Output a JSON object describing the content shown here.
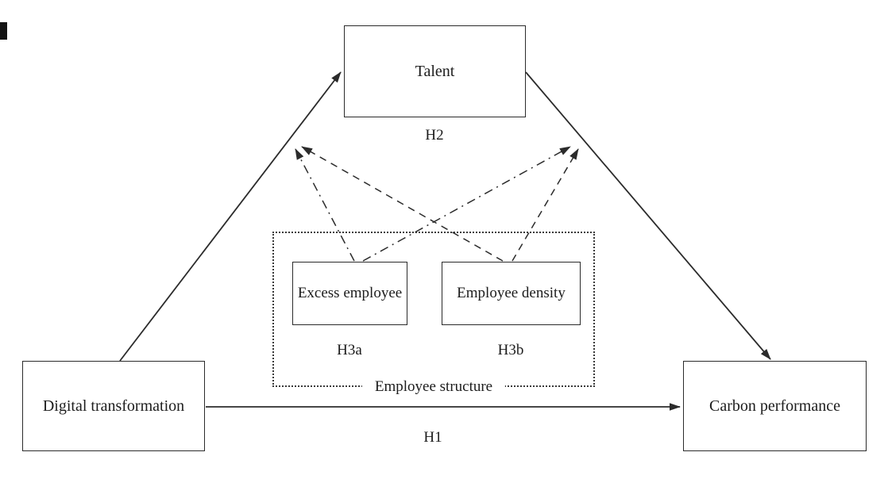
{
  "diagram": {
    "nodes": {
      "talent": "Talent",
      "digital_transformation": "Digital transformation",
      "carbon_performance": "Carbon performance",
      "excess_employee": "Excess employee",
      "employee_density": "Employee density"
    },
    "group_label": "Employee structure",
    "hypotheses": {
      "h1": "H1",
      "h2": "H2",
      "h3a": "H3a",
      "h3b": "H3b"
    },
    "edges": [
      {
        "from": "Digital transformation",
        "to": "Talent",
        "style": "solid",
        "label": "H2"
      },
      {
        "from": "Talent",
        "to": "Carbon performance",
        "style": "solid",
        "label": "H2"
      },
      {
        "from": "Digital transformation",
        "to": "Carbon performance",
        "style": "solid",
        "label": "H1"
      },
      {
        "from": "Excess employee",
        "to": "path: Digital transformation → Talent",
        "style": "dash-dot",
        "label": "H3a"
      },
      {
        "from": "Excess employee",
        "to": "path: Talent → Carbon performance",
        "style": "dash-dot",
        "label": "H3a"
      },
      {
        "from": "Employee density",
        "to": "path: Digital transformation → Talent",
        "style": "dashed",
        "label": "H3b"
      },
      {
        "from": "Employee density",
        "to": "path: Talent → Carbon performance",
        "style": "dashed",
        "label": "H3b"
      }
    ],
    "colors": {
      "line": "#2b2b2b",
      "box_border": "#2b2b2b",
      "text": "#1c1c1c",
      "background": "#ffffff"
    }
  }
}
